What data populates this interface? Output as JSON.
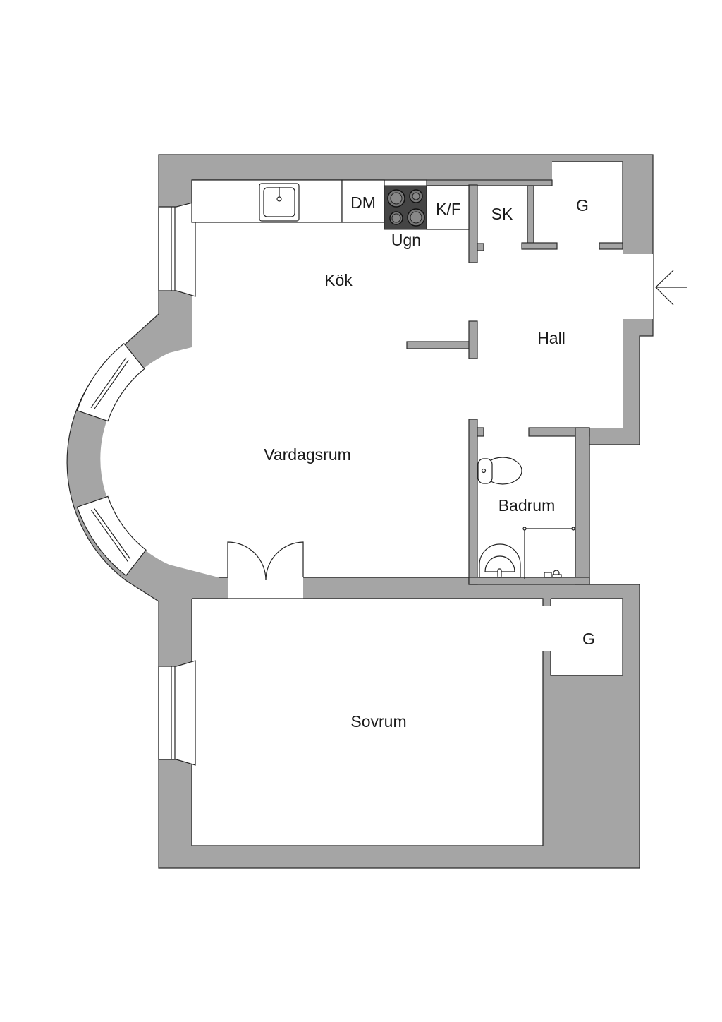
{
  "floorplan": {
    "rooms": {
      "kitchen": "Kök",
      "hall": "Hall",
      "living_room": "Vardagsrum",
      "bathroom": "Badrum",
      "bedroom": "Sovrum"
    },
    "fixtures": {
      "dishwasher": "DM",
      "fridge_freezer": "K/F",
      "oven": "Ugn",
      "wardrobe": "SK",
      "closet_upper": "G",
      "closet_lower": "G"
    },
    "colors": {
      "wall": "#a5a5a5",
      "stove": "#454545",
      "line": "#222222"
    },
    "icons": {
      "entrance": "arrow-left-icon"
    }
  }
}
